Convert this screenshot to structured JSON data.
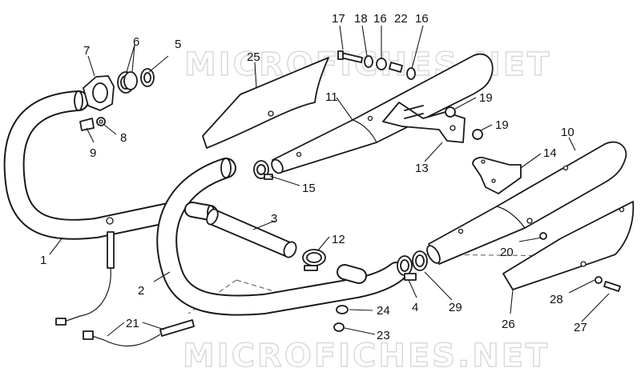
{
  "watermark": {
    "text": "MICROFICHES.NET",
    "color": "#d8d8d8"
  },
  "callouts": {
    "c1": "1",
    "c2": "2",
    "c3": "3",
    "c4": "4",
    "c5": "5",
    "c6": "6",
    "c7": "7",
    "c8": "8",
    "c9": "9",
    "c10": "10",
    "c11": "11",
    "c12": "12",
    "c13": "13",
    "c14": "14",
    "c15": "15",
    "c16a": "16",
    "c16b": "16",
    "c17": "17",
    "c18": "18",
    "c19a": "19",
    "c19b": "19",
    "c20": "20",
    "c21": "21",
    "c22": "22",
    "c23": "23",
    "c24": "24",
    "c25": "25",
    "c26": "26",
    "c27": "27",
    "c28": "28",
    "c29": "29"
  },
  "colors": {
    "line": "#1a1a1a",
    "background": "#ffffff"
  }
}
